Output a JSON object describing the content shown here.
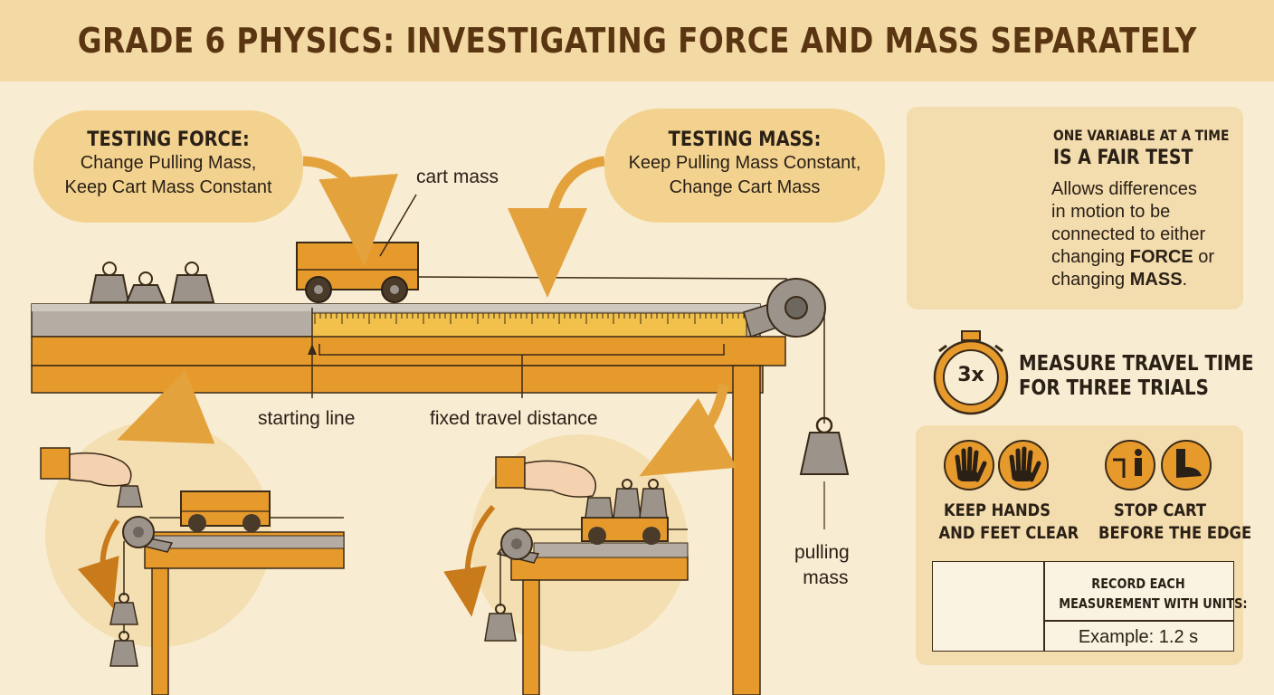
{
  "title": "GRADE 6 PHYSICS: INVESTIGATING FORCE AND MASS SEPARATELY",
  "testing_force": {
    "heading": "TESTING FORCE:",
    "line1": "Change Pulling Mass,",
    "line2": "Keep Cart Mass Constant"
  },
  "testing_mass": {
    "heading": "TESTING MASS:",
    "line1": "Keep Pulling Mass Constant,",
    "line2": "Change Cart Mass"
  },
  "labels": {
    "cart_mass": "cart mass",
    "starting_line": "starting line",
    "fixed_distance": "fixed travel distance",
    "pulling_mass_1": "pulling",
    "pulling_mass_2": "mass"
  },
  "fair_test": {
    "line1": "ONE VARIABLE AT A TIME",
    "line2": "IS A FAIR TEST",
    "body1": "Allows differences",
    "body2": "in motion to be",
    "body3": "connected to either",
    "body4_pre": "changing ",
    "body4_bold": "FORCE",
    "body4_post": " or",
    "body5_pre": "changing ",
    "body5_bold": "MASS",
    "body5_post": "."
  },
  "trials": {
    "badge": "3x",
    "line1": "MEASURE TRAVEL TIME",
    "line2": "FOR THREE TRIALS"
  },
  "safety": {
    "hands_1": "KEEP HANDS",
    "hands_2": "AND FEET CLEAR",
    "stop_1": "STOP CART",
    "stop_2": "BEFORE THE EDGE"
  },
  "record": {
    "line1": "RECORD EACH",
    "line2": "MEASUREMENT WITH UNITS:",
    "example": "Example: 1.2 s"
  },
  "icons": [
    "balance-scale-icon",
    "stopwatch-icon",
    "hand-icon",
    "hand-icon",
    "stop-edge-icon",
    "foot-icon",
    "data-table-icon"
  ],
  "colors": {
    "orange": "#e79a2c",
    "dark_orange": "#c97a1b",
    "gray": "#9c948b",
    "cream": "#f8ecd2",
    "brown": "#5a3512"
  }
}
